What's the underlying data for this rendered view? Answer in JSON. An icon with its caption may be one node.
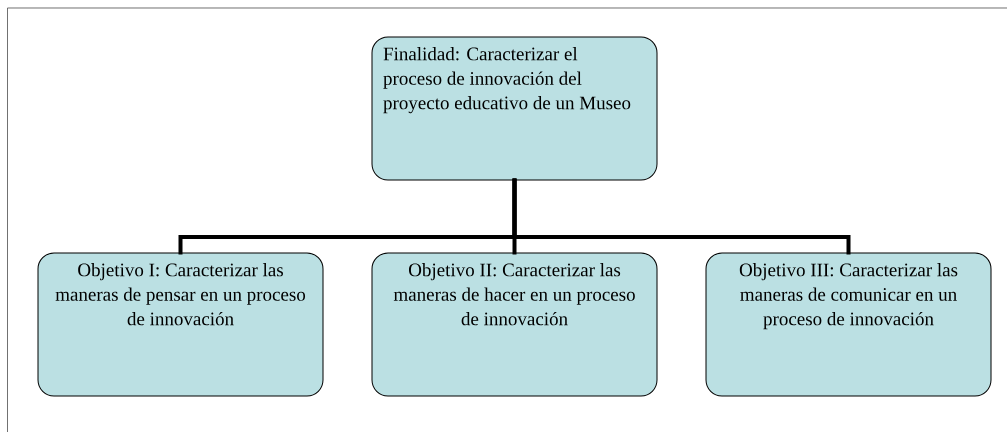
{
  "diagram": {
    "nodes": [
      {
        "text": [
          "Finalidad: Caracterizar el proceso de innovación del proyecto educativo de un Museo"
        ]
      },
      {
        "text": [
          "Objetivo I: Caracterizar las maneras de pensar en un proceso de innovación"
        ]
      },
      {
        "text": [
          "Objetivo II: Caracterizar las maneras de hacer en un proceso de innovación"
        ]
      },
      {
        "text": [
          "Objetivo III: Caracterizar las maneras de comunicar en un proceso de innovación"
        ]
      }
    ],
    "edges": [
      {
        "from": 0,
        "to": 1,
        "arrow": "none"
      },
      {
        "from": 0,
        "to": 2,
        "arrow": "none"
      },
      {
        "from": 0,
        "to": 3,
        "arrow": "none"
      }
    ]
  }
}
